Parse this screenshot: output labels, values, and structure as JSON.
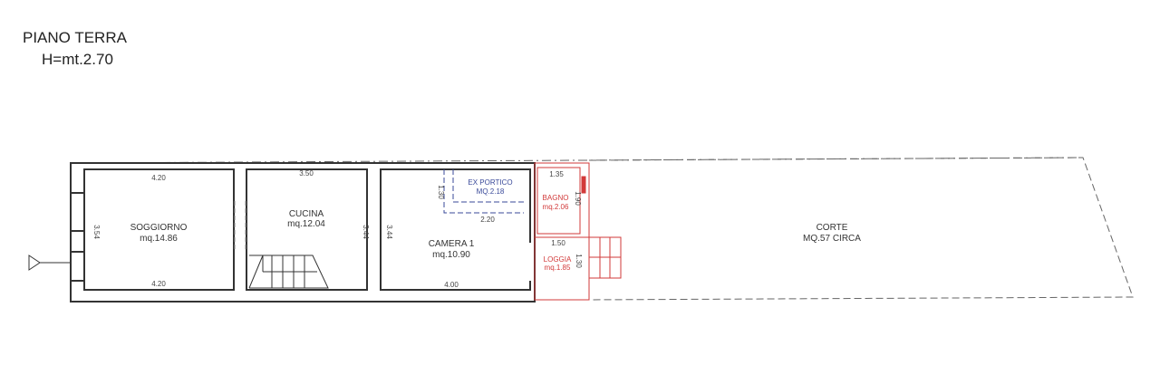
{
  "header": {
    "title": "PIANO TERRA",
    "height": "H=mt.2.70"
  },
  "rooms": {
    "soggiorno": {
      "name": "SOGGIORNO",
      "area": "mq.14.86"
    },
    "cucina": {
      "name": "CUCINA",
      "area": "mq.12.04"
    },
    "camera": {
      "name": "CAMERA 1",
      "area": "mq.10.90"
    },
    "ex_portico": {
      "name": "EX PORTICO",
      "area": "MQ.2.18"
    },
    "bagno": {
      "name": "BAGNO",
      "area": "mq.2.06"
    },
    "loggia": {
      "name": "LOGGIA",
      "area": "mq.1.85"
    },
    "corte": {
      "name": "CORTE",
      "area": "MQ.57 CIRCA"
    }
  },
  "dimensions": {
    "soggiorno_top": "4.20",
    "soggiorno_bottom": "4.20",
    "soggiorno_side": "3.54",
    "cucina_top": "3.50",
    "cucina_side": "3.44",
    "camera_side": "3.44",
    "camera_bottom": "4.00",
    "portico_side": "1.30",
    "portico_width": "2.20",
    "bagno_width": "1.35",
    "bagno_side": "1.90",
    "loggia_width": "1.50",
    "loggia_side": "1.30"
  },
  "colors": {
    "walls": "#333333",
    "new_work": "#d23a3a",
    "ex_portico": "#3a4a9a"
  }
}
